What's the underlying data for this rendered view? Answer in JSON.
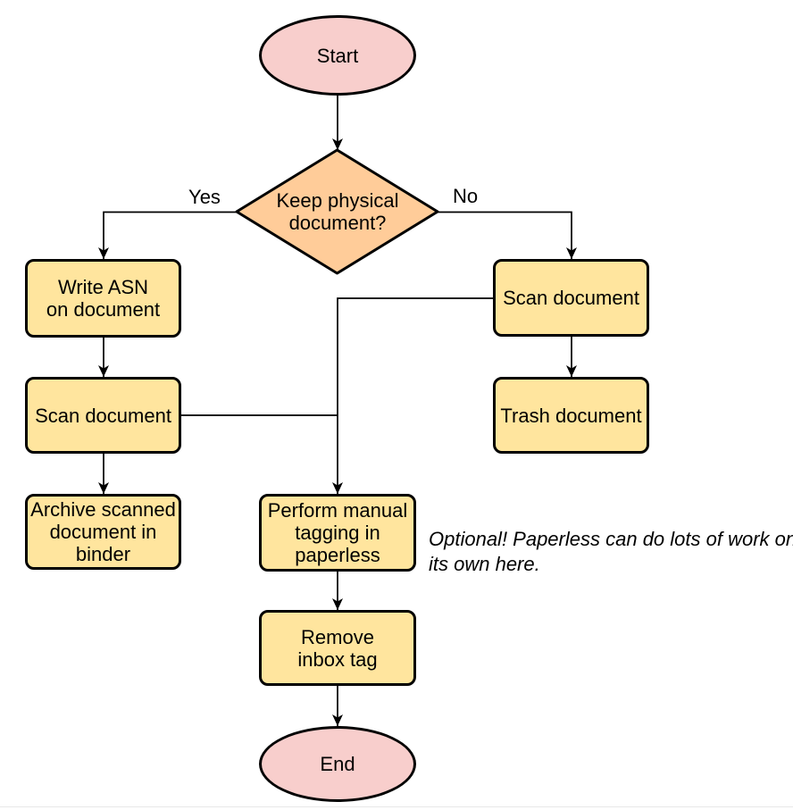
{
  "colors": {
    "background": "#FFFFFF",
    "terminal_fill": "#F8CECC",
    "process_fill": "#FFE59E",
    "decision_fill": "#FFCC99",
    "stroke": "#000000",
    "text": "#000000",
    "divider": "#E8E8E8"
  },
  "nodes": {
    "start": {
      "lines": [
        "Start"
      ]
    },
    "decision": {
      "lines": [
        "Keep physical",
        "document?"
      ]
    },
    "write_asn": {
      "lines": [
        "Write ASN",
        "on document"
      ]
    },
    "scan_left": {
      "lines": [
        "Scan document"
      ]
    },
    "archive": {
      "lines": [
        "Archive scanned",
        "document in",
        "binder"
      ]
    },
    "scan_right": {
      "lines": [
        "Scan document"
      ]
    },
    "trash": {
      "lines": [
        "Trash document"
      ]
    },
    "tagging": {
      "lines": [
        "Perform manual",
        "tagging in",
        "paperless"
      ]
    },
    "remove_inbox": {
      "lines": [
        "Remove",
        "inbox tag"
      ]
    },
    "end": {
      "lines": [
        "End"
      ]
    }
  },
  "edge_labels": {
    "yes": "Yes",
    "no": "No"
  },
  "annotation": {
    "lines": [
      "Optional! Paperless can do lots of work on",
      "its own here."
    ]
  }
}
